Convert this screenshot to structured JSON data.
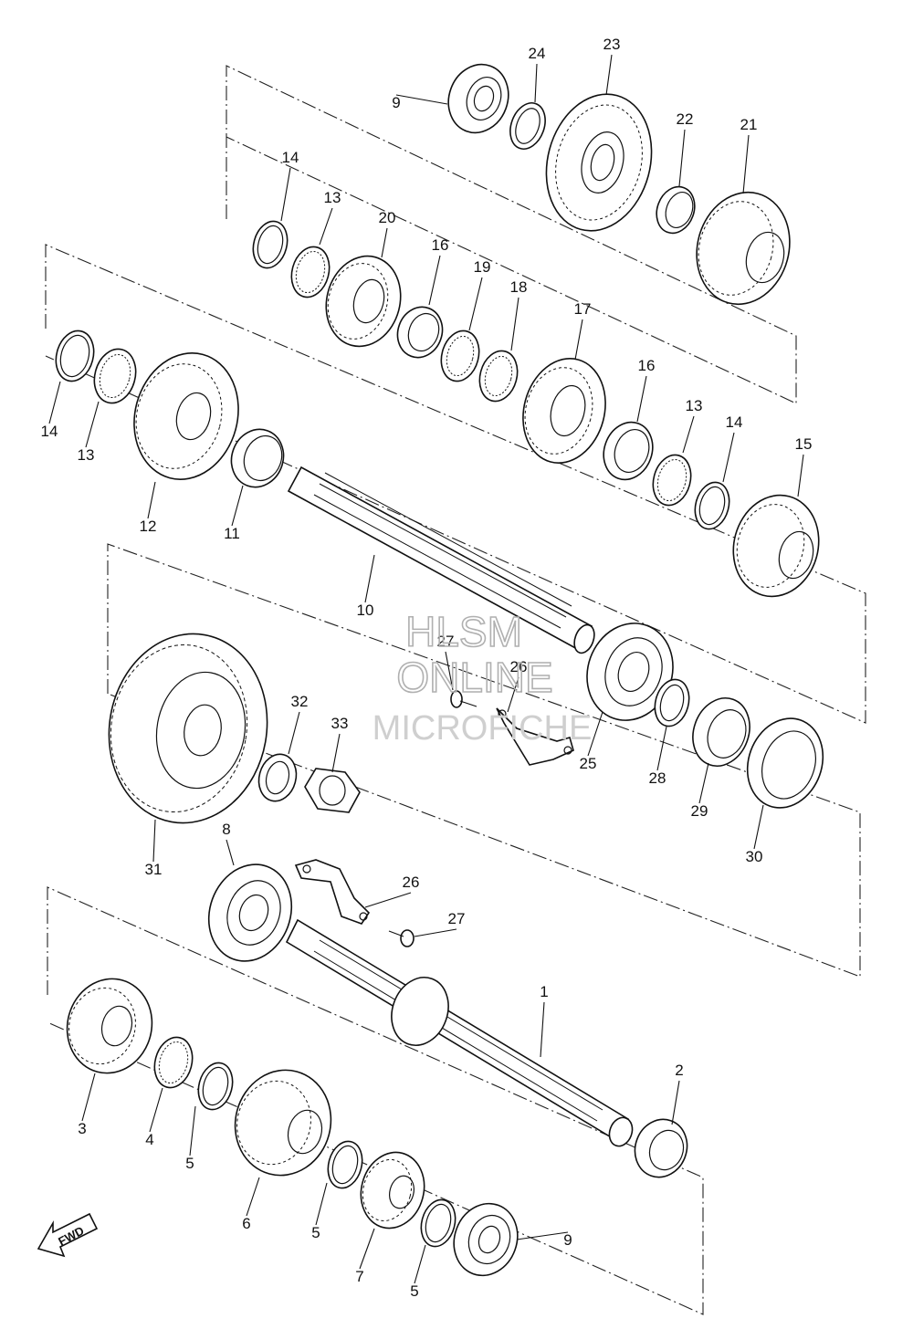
{
  "diagram": {
    "callouts": [
      {
        "id": "1",
        "text": "1"
      },
      {
        "id": "2",
        "text": "2"
      },
      {
        "id": "3",
        "text": "3"
      },
      {
        "id": "4",
        "text": "4"
      },
      {
        "id": "5a",
        "text": "5"
      },
      {
        "id": "5b",
        "text": "5"
      },
      {
        "id": "5c",
        "text": "5"
      },
      {
        "id": "6",
        "text": "6"
      },
      {
        "id": "7",
        "text": "7"
      },
      {
        "id": "8",
        "text": "8"
      },
      {
        "id": "9a",
        "text": "9"
      },
      {
        "id": "9b",
        "text": "9"
      },
      {
        "id": "10",
        "text": "10"
      },
      {
        "id": "11",
        "text": "11"
      },
      {
        "id": "12",
        "text": "12"
      },
      {
        "id": "13a",
        "text": "13"
      },
      {
        "id": "13b",
        "text": "13"
      },
      {
        "id": "13c",
        "text": "13"
      },
      {
        "id": "14a",
        "text": "14"
      },
      {
        "id": "14b",
        "text": "14"
      },
      {
        "id": "14c",
        "text": "14"
      },
      {
        "id": "15",
        "text": "15"
      },
      {
        "id": "16a",
        "text": "16"
      },
      {
        "id": "16b",
        "text": "16"
      },
      {
        "id": "17",
        "text": "17"
      },
      {
        "id": "18",
        "text": "18"
      },
      {
        "id": "19",
        "text": "19"
      },
      {
        "id": "20",
        "text": "20"
      },
      {
        "id": "21",
        "text": "21"
      },
      {
        "id": "22",
        "text": "22"
      },
      {
        "id": "23",
        "text": "23"
      },
      {
        "id": "24",
        "text": "24"
      },
      {
        "id": "25",
        "text": "25"
      },
      {
        "id": "26a",
        "text": "26"
      },
      {
        "id": "26b",
        "text": "26"
      },
      {
        "id": "27a",
        "text": "27"
      },
      {
        "id": "27b",
        "text": "27"
      },
      {
        "id": "28",
        "text": "28"
      },
      {
        "id": "29",
        "text": "29"
      },
      {
        "id": "30",
        "text": "30"
      },
      {
        "id": "31",
        "text": "31"
      },
      {
        "id": "32",
        "text": "32"
      },
      {
        "id": "33",
        "text": "33"
      }
    ],
    "fwd_label": "FWD",
    "watermark": {
      "line1": "HLSM",
      "line2": "ONLINE",
      "line3": "MICROFICHE"
    }
  }
}
